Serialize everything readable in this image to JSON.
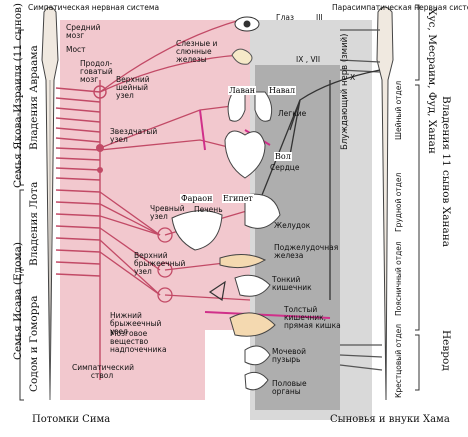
{
  "headers": {
    "sympathetic": "Симпатическая нервная система",
    "parasympathetic": "Парасимпатическая нервная система"
  },
  "left_labels": {
    "midbrain": "Средний мозг",
    "pons": "Мост",
    "medulla": "Продол-говатый мозг",
    "superior_cervical": "Верхний шейный узел",
    "stellate": "Звездчатый узел",
    "celiac": "Чревный узел",
    "superior_mesenteric": "Верхний брыжеечный узел",
    "inferior_mesenteric": "Нижний брыжеечный узел",
    "adrenal": "Мозговое вещество надпочечника",
    "sympathetic_trunk": "Симпатический ствол"
  },
  "organs": {
    "eye": "Глаз",
    "lacrimal": "Слезные и слюнные железы",
    "lungs": "Легкие",
    "heart": "Сердце",
    "liver": "Печень",
    "stomach": "Желудок",
    "pancreas": "Поджелудочная железа",
    "small_intestine": "Тонкий кишечник",
    "colon": "Толстый кишечник, прямая кишка",
    "bladder": "Мочевой пузырь",
    "genitals": "Половые органы"
  },
  "nerves": {
    "iii": "III",
    "ix_vii": "IX , VII",
    "x": "X",
    "vagus": "Блуждающий нерв (змий)"
  },
  "spine_sections": {
    "cervical": "Шейный отдел",
    "thoracic": "Грудной отдел",
    "lumbar": "Поясничный отдел",
    "sacral": "Крестцовый отдел"
  },
  "handwritten": {
    "lavan": "Лаван",
    "naval": "Навал",
    "vol": "Вол",
    "pharaoh": "Фараон",
    "egypt": "Египет"
  },
  "side_captions": {
    "jacob_family": "Семья Якова-Израиля (11 сынов)",
    "abraham": "Владения Авраама",
    "lot": "Владения Лота",
    "esau_family": "Семья Исава (Едома)",
    "sodom": "Содом и Гоморра",
    "cush": "Хус, Месраим, Фуд, Ханан",
    "canaan": "Владения 11 сынов Ханана",
    "nimrod": "Неврод"
  },
  "bottom_captions": {
    "shem": "Потомки Сима",
    "ham": "Сыновья и внуки Хама"
  },
  "colors": {
    "pink": "#e89aa6",
    "pink_dark": "#c24a66",
    "magenta": "#d0308a",
    "gray": "#8a8a8a",
    "gray_light": "#b9b9b9",
    "dark": "#333333"
  }
}
